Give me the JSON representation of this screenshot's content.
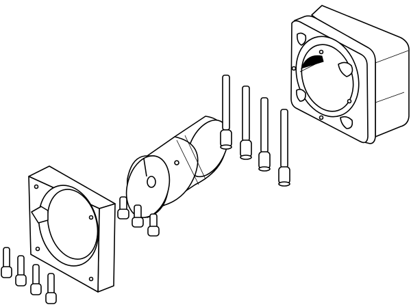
{
  "drawing": {
    "line_color": "#000000",
    "background": "#ffffff",
    "parts": [
      "motor-flange-plate",
      "coupling",
      "motor-housing",
      "long-screws",
      "short-screws",
      "plate-screws"
    ]
  }
}
